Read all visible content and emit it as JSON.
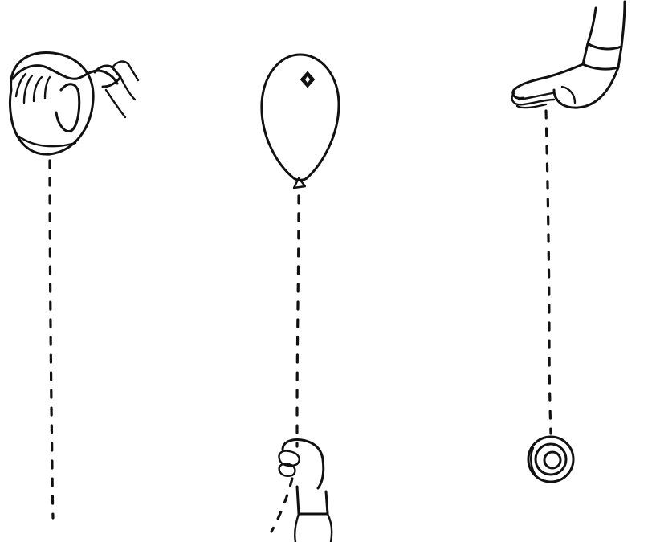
{
  "figures": [
    {
      "id": "hand-on-ball",
      "icon": "hand-holding-ball-icon"
    },
    {
      "id": "balloon-on-string",
      "icon": "balloon-icon"
    },
    {
      "id": "yoyo-from-hand",
      "icon": "yoyo-icon"
    }
  ],
  "colors": {
    "ink": "#111111",
    "paper": "#ffffff"
  }
}
